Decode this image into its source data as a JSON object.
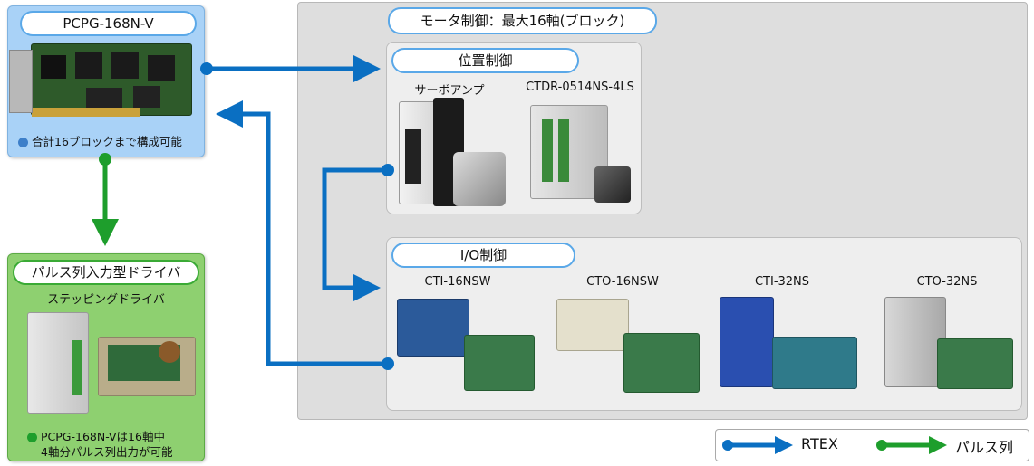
{
  "board": {
    "title": "PCPG-168N-V",
    "note": "合計16ブロックまで構成可能"
  },
  "driver": {
    "title": "パルス列入力型ドライバ",
    "subtitle": "ステッピングドライバ",
    "note_line1": "PCPG-168N-Vは16軸中",
    "note_line2": "4軸分パルス列出力が可能"
  },
  "motor_control": {
    "title": "モータ制御：最大16軸(ブロック)",
    "position": {
      "title": "位置制御",
      "items": [
        "サーボアンプ",
        "CTDR-0514NS-4LS"
      ]
    },
    "io": {
      "title": "I/O制御",
      "items": [
        "CTI-16NSW",
        "CTO-16NSW",
        "CTI-32NS",
        "CTO-32NS"
      ]
    }
  },
  "legend": {
    "rtex": "RTEX",
    "pulse": "パルス列"
  },
  "colors": {
    "rtex_blue": "#0a6fc2",
    "pulse_green": "#1e9e2c",
    "board_bg": "#a9d2f7",
    "driver_bg": "#8ed070",
    "panel_bg": "#dedede"
  }
}
